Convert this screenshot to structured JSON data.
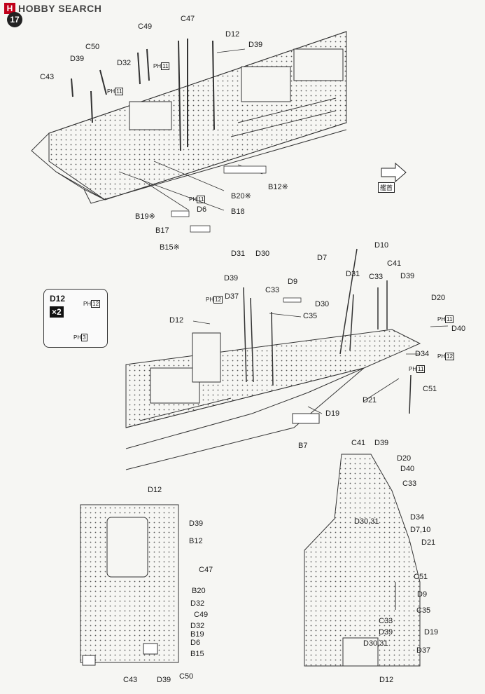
{
  "header": {
    "logo_text": "HOBBY SEARCH",
    "logo_mark": "H",
    "step_number": "17"
  },
  "bow_label": "艦首",
  "inset": {
    "part": "D12",
    "multiplier": "×2",
    "tags": [
      "12",
      "3"
    ]
  },
  "top_section": {
    "labels": [
      "C49",
      "C47",
      "D12",
      "D39",
      "C50",
      "D32",
      "D39",
      "C43",
      "B12※",
      "B20※",
      "B18",
      "D6",
      "B19※",
      "B17",
      "B15※"
    ],
    "ph_tags": [
      "11",
      "11",
      "11"
    ]
  },
  "middle_section": {
    "labels": [
      "D10",
      "D7",
      "D31",
      "D30",
      "C41",
      "D39",
      "C33",
      "D31",
      "D39",
      "D9",
      "C33",
      "D37",
      "D12",
      "C35",
      "D30",
      "D20",
      "D40",
      "D34",
      "D21",
      "C51",
      "D19",
      "B7"
    ],
    "ph_tags": [
      "12",
      "11",
      "12",
      "11"
    ]
  },
  "plan_left": {
    "labels": [
      "D12",
      "D39",
      "B12",
      "C47",
      "B20",
      "D32",
      "C49",
      "D32",
      "B19",
      "D6",
      "B15",
      "C43",
      "D39",
      "C50"
    ]
  },
  "plan_right": {
    "labels": [
      "C41",
      "D39",
      "D20",
      "D40",
      "C33",
      "D34",
      "D30,31",
      "D7,10",
      "D21",
      "C51",
      "D9",
      "C35",
      "C33",
      "D19",
      "D39",
      "D30,31",
      "D37",
      "D12"
    ]
  }
}
